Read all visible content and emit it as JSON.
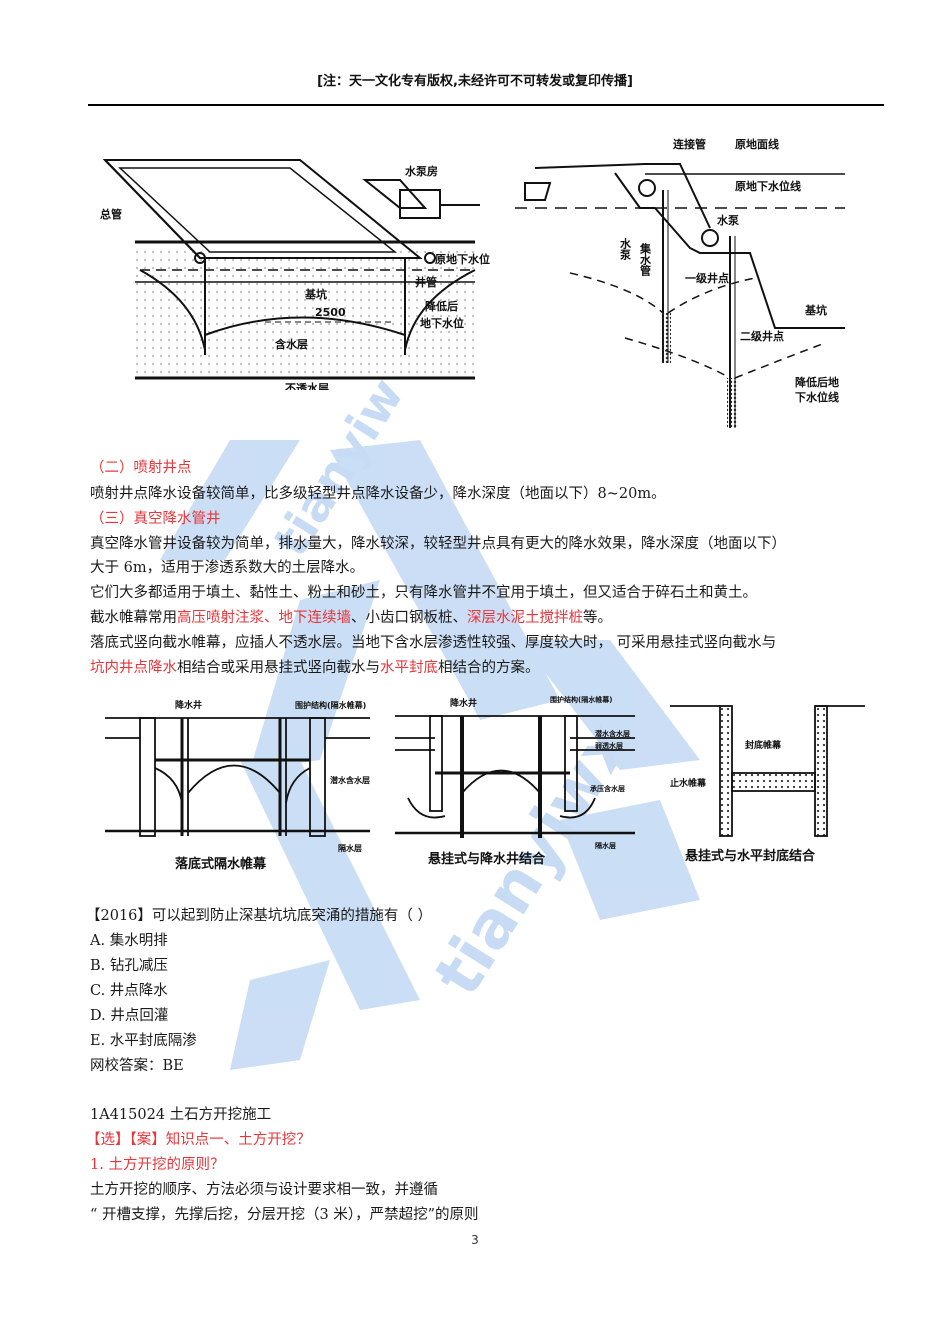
{
  "header": {
    "copyright_note": "[注：天一文化专有版权,未经许可不可转发或复印传播]"
  },
  "figure_top_left": {
    "labels": {
      "main_pipe": "总管",
      "pump_house": "水泵房",
      "original_water_level": "原地下水位",
      "well_pipe": "井管",
      "pit": "基坑",
      "lowered_level_1": "降低后",
      "lowered_level_2": "地下水位",
      "dimension": "2500",
      "aquifer": "含水层",
      "impermeable": "不透水层"
    }
  },
  "figure_top_right": {
    "labels": {
      "connecting_pipe": "连接管",
      "original_ground_line": "原地面线",
      "original_water_line": "原地下水位线",
      "pump_top": "水泵",
      "pump_left": "水泵",
      "collecting_pipe": "集水管",
      "stage1_wellpoint": "一级井点",
      "stage2_wellpoint": "二级井点",
      "pit": "基坑",
      "lowered_line_1": "降低后地",
      "lowered_line_2": "下水位线"
    }
  },
  "content": {
    "section2_title": "（二）喷射井点",
    "section2_body": "喷射井点降水设备较简单，比多级轻型井点降水设备少，降水深度（地面以下）8~20m。",
    "section3_title": "（三）真空降水管井",
    "section3_body_line1": "真空降水管井设备较为简单，排水量大，降水较深，较轻型井点具有更大的降水效果，降水深度（地面以下）",
    "section3_body_line2": "大于 6m，适用于渗透系数大的土层降水。",
    "applicability": "它们大多都适用于填土、黏性土、粉土和砂土，只有降水管井不宜用于填土，但又适合于碎石土和黄土。",
    "curtain_line": {
      "prefix": "截水帷幕常用",
      "red1": "高压喷射注浆、地下连续墙",
      "mid": "、小齿口钢板桩、",
      "red2": "深层水泥土搅拌桩",
      "suffix": "等。"
    },
    "vertical_line1": "落底式竖向截水帷幕，应插人不透水层。当地下含水层渗透性较强、厚度较大时， 可采用悬挂式竖向截水与",
    "vertical_line2": {
      "red1": "坑内井点降水",
      "mid": "相结合或采用悬挂式竖向截水与",
      "red2": "水平封底",
      "suffix": "相结合的方案。"
    }
  },
  "figure_curtains": {
    "panel1": {
      "well_label": "降水井",
      "struct_label": "围护结构(隔水帷幕)",
      "aquifer_label": "潜水含水层",
      "aquitard_label": "隔水层",
      "caption": "落底式隔水帷幕"
    },
    "panel2": {
      "well_label": "降水井",
      "struct_label": "围护结构(隔水帷幕)",
      "phreatic_label": "潜水含水层",
      "weak_label": "弱透水层",
      "confined_label": "承压含水层",
      "aquitard_label": "隔水层",
      "caption": "悬挂式与降水井结合"
    },
    "panel3": {
      "seal_label": "封底帷幕",
      "curtain_label": "止水帷幕",
      "caption": "悬挂式与水平封底结合"
    }
  },
  "question": {
    "stem": "【2016】可以起到防止深基坑坑底突涌的措施有（    ）",
    "options": [
      "A. 集水明排",
      "B. 钻孔减压",
      "C. 井点降水",
      "D. 井点回灌",
      "E. 水平封底隔渗"
    ],
    "answer": "网校答案：BE"
  },
  "next_section": {
    "code_title": "1A415024   土石方开挖施工",
    "knowledge_point": "【选】【案】知识点一、土方开挖？",
    "sub_title": "1. 土方开挖的原则？",
    "body_line1": "土方开挖的顺序、方法必须与设计要求相一致，并遵循",
    "body_line2": "“ 开槽支撑，先撑后挖，分层开挖（3 米），严禁超挖”的原则"
  },
  "footer": {
    "page_number": "3"
  },
  "watermark": {
    "text": "tianyiwx",
    "color": "#8fb8e8"
  },
  "colors": {
    "highlight_red": "#e8353a",
    "body_text": "#1a1a1a"
  }
}
